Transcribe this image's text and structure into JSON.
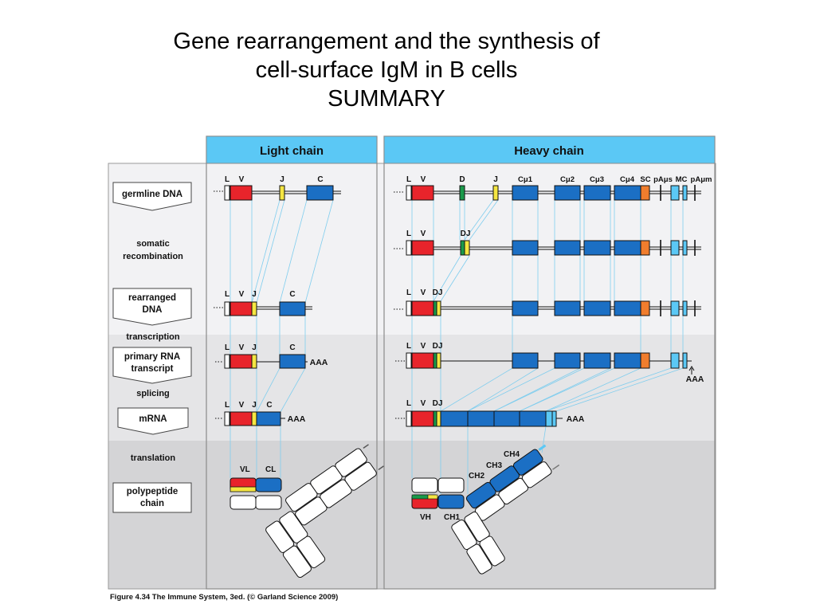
{
  "title": {
    "line1": "Gene rearrangement and the synthesis of",
    "line2": "cell-surface IgM in B cells",
    "line3": "SUMMARY"
  },
  "panels": {
    "light": "Light chain",
    "heavy": "Heavy chain"
  },
  "steps": {
    "germline_dna": "germline DNA",
    "somatic_recombination": [
      "somatic",
      "recombination"
    ],
    "rearranged_dna": [
      "rearranged",
      "DNA"
    ],
    "transcription": "transcription",
    "primary_rna_transcript": [
      "primary RNA",
      "transcript"
    ],
    "splicing": "splicing",
    "mrna": "mRNA",
    "translation": "translation",
    "polypeptide_chain": [
      "polypeptide",
      "chain"
    ]
  },
  "segments": {
    "L": "L",
    "V": "V",
    "J": "J",
    "C": "C",
    "D": "D",
    "DJ": "DJ",
    "Cmu1": "Cμ1",
    "Cmu2": "Cμ2",
    "Cmu3": "Cμ3",
    "Cmu4": "Cμ4",
    "SC": "SC",
    "pAmus": "pAμs",
    "MC": "MC",
    "pAmum": "pAμm",
    "polyA": "AAA"
  },
  "domains": {
    "VL": "VL",
    "CL": "CL",
    "VH": "VH",
    "CH1": "CH1",
    "CH2": "CH2",
    "CH3": "CH3",
    "CH4": "CH4"
  },
  "caption": "Figure 4.34 The Immune System, 3ed. (© Garland Science 2009)",
  "colors": {
    "header": "#5bc8f5",
    "V_segment": "#e8242b",
    "J_segment": "#f5e642",
    "D_segment": "#1a9a4a",
    "C_segment": "#1b6fc4",
    "SC_segment": "#f07d2d",
    "membrane_exon": "#5bc8f5"
  }
}
